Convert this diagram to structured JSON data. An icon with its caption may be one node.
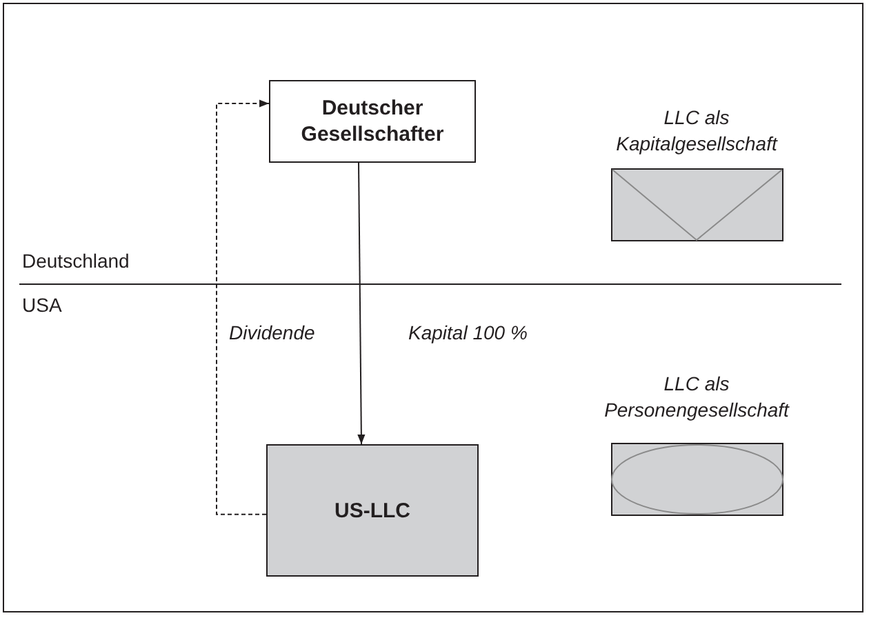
{
  "diagram": {
    "nodes": [
      {
        "text": [
          "Deutscher Gesellschafter"
        ]
      },
      {
        "text": [
          "US-LLC"
        ]
      },
      {
        "text": [
          "LLC als Kapitalgesellschaft"
        ]
      },
      {
        "text": [
          "LLC als Personengesellschaft"
        ]
      }
    ],
    "edges": [
      {
        "from": 0,
        "to": 1,
        "arrow": "to",
        "label": "Kapital 100 %"
      },
      {
        "from": 1,
        "to": 0,
        "arrow": "to",
        "label": "Dividende",
        "style": "dashed"
      }
    ],
    "labels": [
      "Deutschland",
      "USA"
    ]
  }
}
